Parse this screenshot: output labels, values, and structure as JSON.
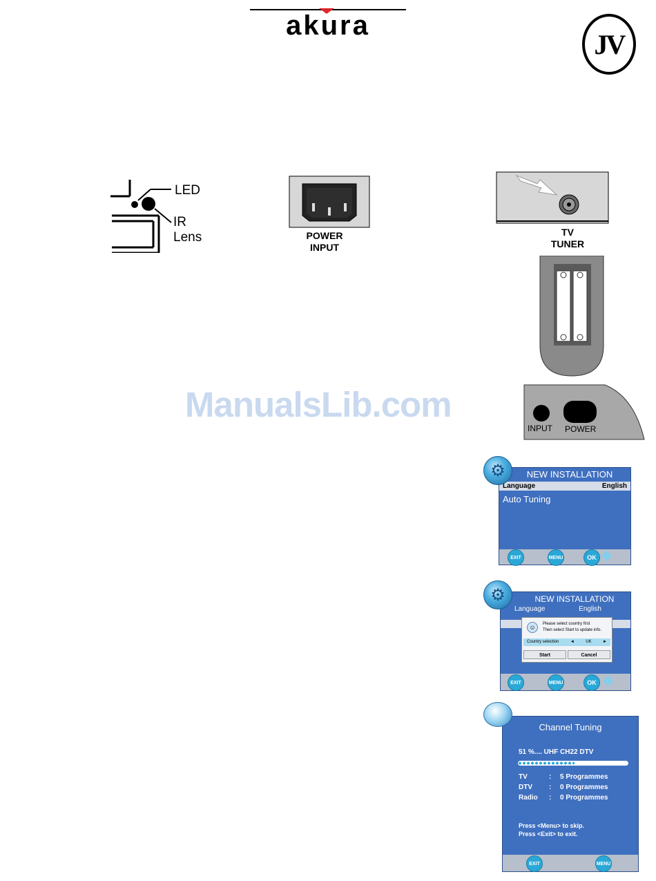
{
  "header": {
    "brand": "akura",
    "jv_logo": "JV"
  },
  "diagrams": {
    "led": "LED",
    "ir_lens_line1": "IR",
    "ir_lens_line2": "Lens",
    "power_input_line1": "POWER",
    "power_input_line2": "INPUT",
    "tv_tuner_line1": "TV",
    "tv_tuner_line2": "TUNER",
    "panel_input": "INPUT",
    "panel_power": "POWER"
  },
  "watermark": "ManualsLib.com",
  "screen1": {
    "title": "NEW INSTALLATION",
    "language_label": "Language",
    "language_value": "English",
    "item": "Auto Tuning",
    "buttons": [
      "EXIT",
      "MENU",
      "OK"
    ]
  },
  "screen2": {
    "title": "NEW INSTALLATION",
    "language_label": "Language",
    "language_value": "English",
    "dialog_line1": "Please select country first",
    "dialog_line2": "Then select Start to update info.",
    "country_label": "Country selection",
    "country_value": "UK",
    "start": "Start",
    "cancel": "Cancel",
    "buttons": [
      "EXIT",
      "MENU",
      "OK"
    ]
  },
  "screen3": {
    "title": "Channel Tuning",
    "status": "51 %.... UHF CH22 DTV",
    "progress": 0.51,
    "rows": [
      {
        "label": "TV",
        "sep": ":",
        "value": "5 Programmes"
      },
      {
        "label": "DTV",
        "sep": ":",
        "value": "0 Programmes"
      },
      {
        "label": "Radio",
        "sep": ":",
        "value": "0 Programmes"
      }
    ],
    "hint1": "Press <Menu> to skip.",
    "hint2": "Press <Exit> to exit.",
    "buttons": [
      "EXIT",
      "MENU"
    ]
  },
  "colors": {
    "screen_blue": "#3f6fbf",
    "button_cyan": "#2aa8d8",
    "logo_red": "#e0232a"
  }
}
